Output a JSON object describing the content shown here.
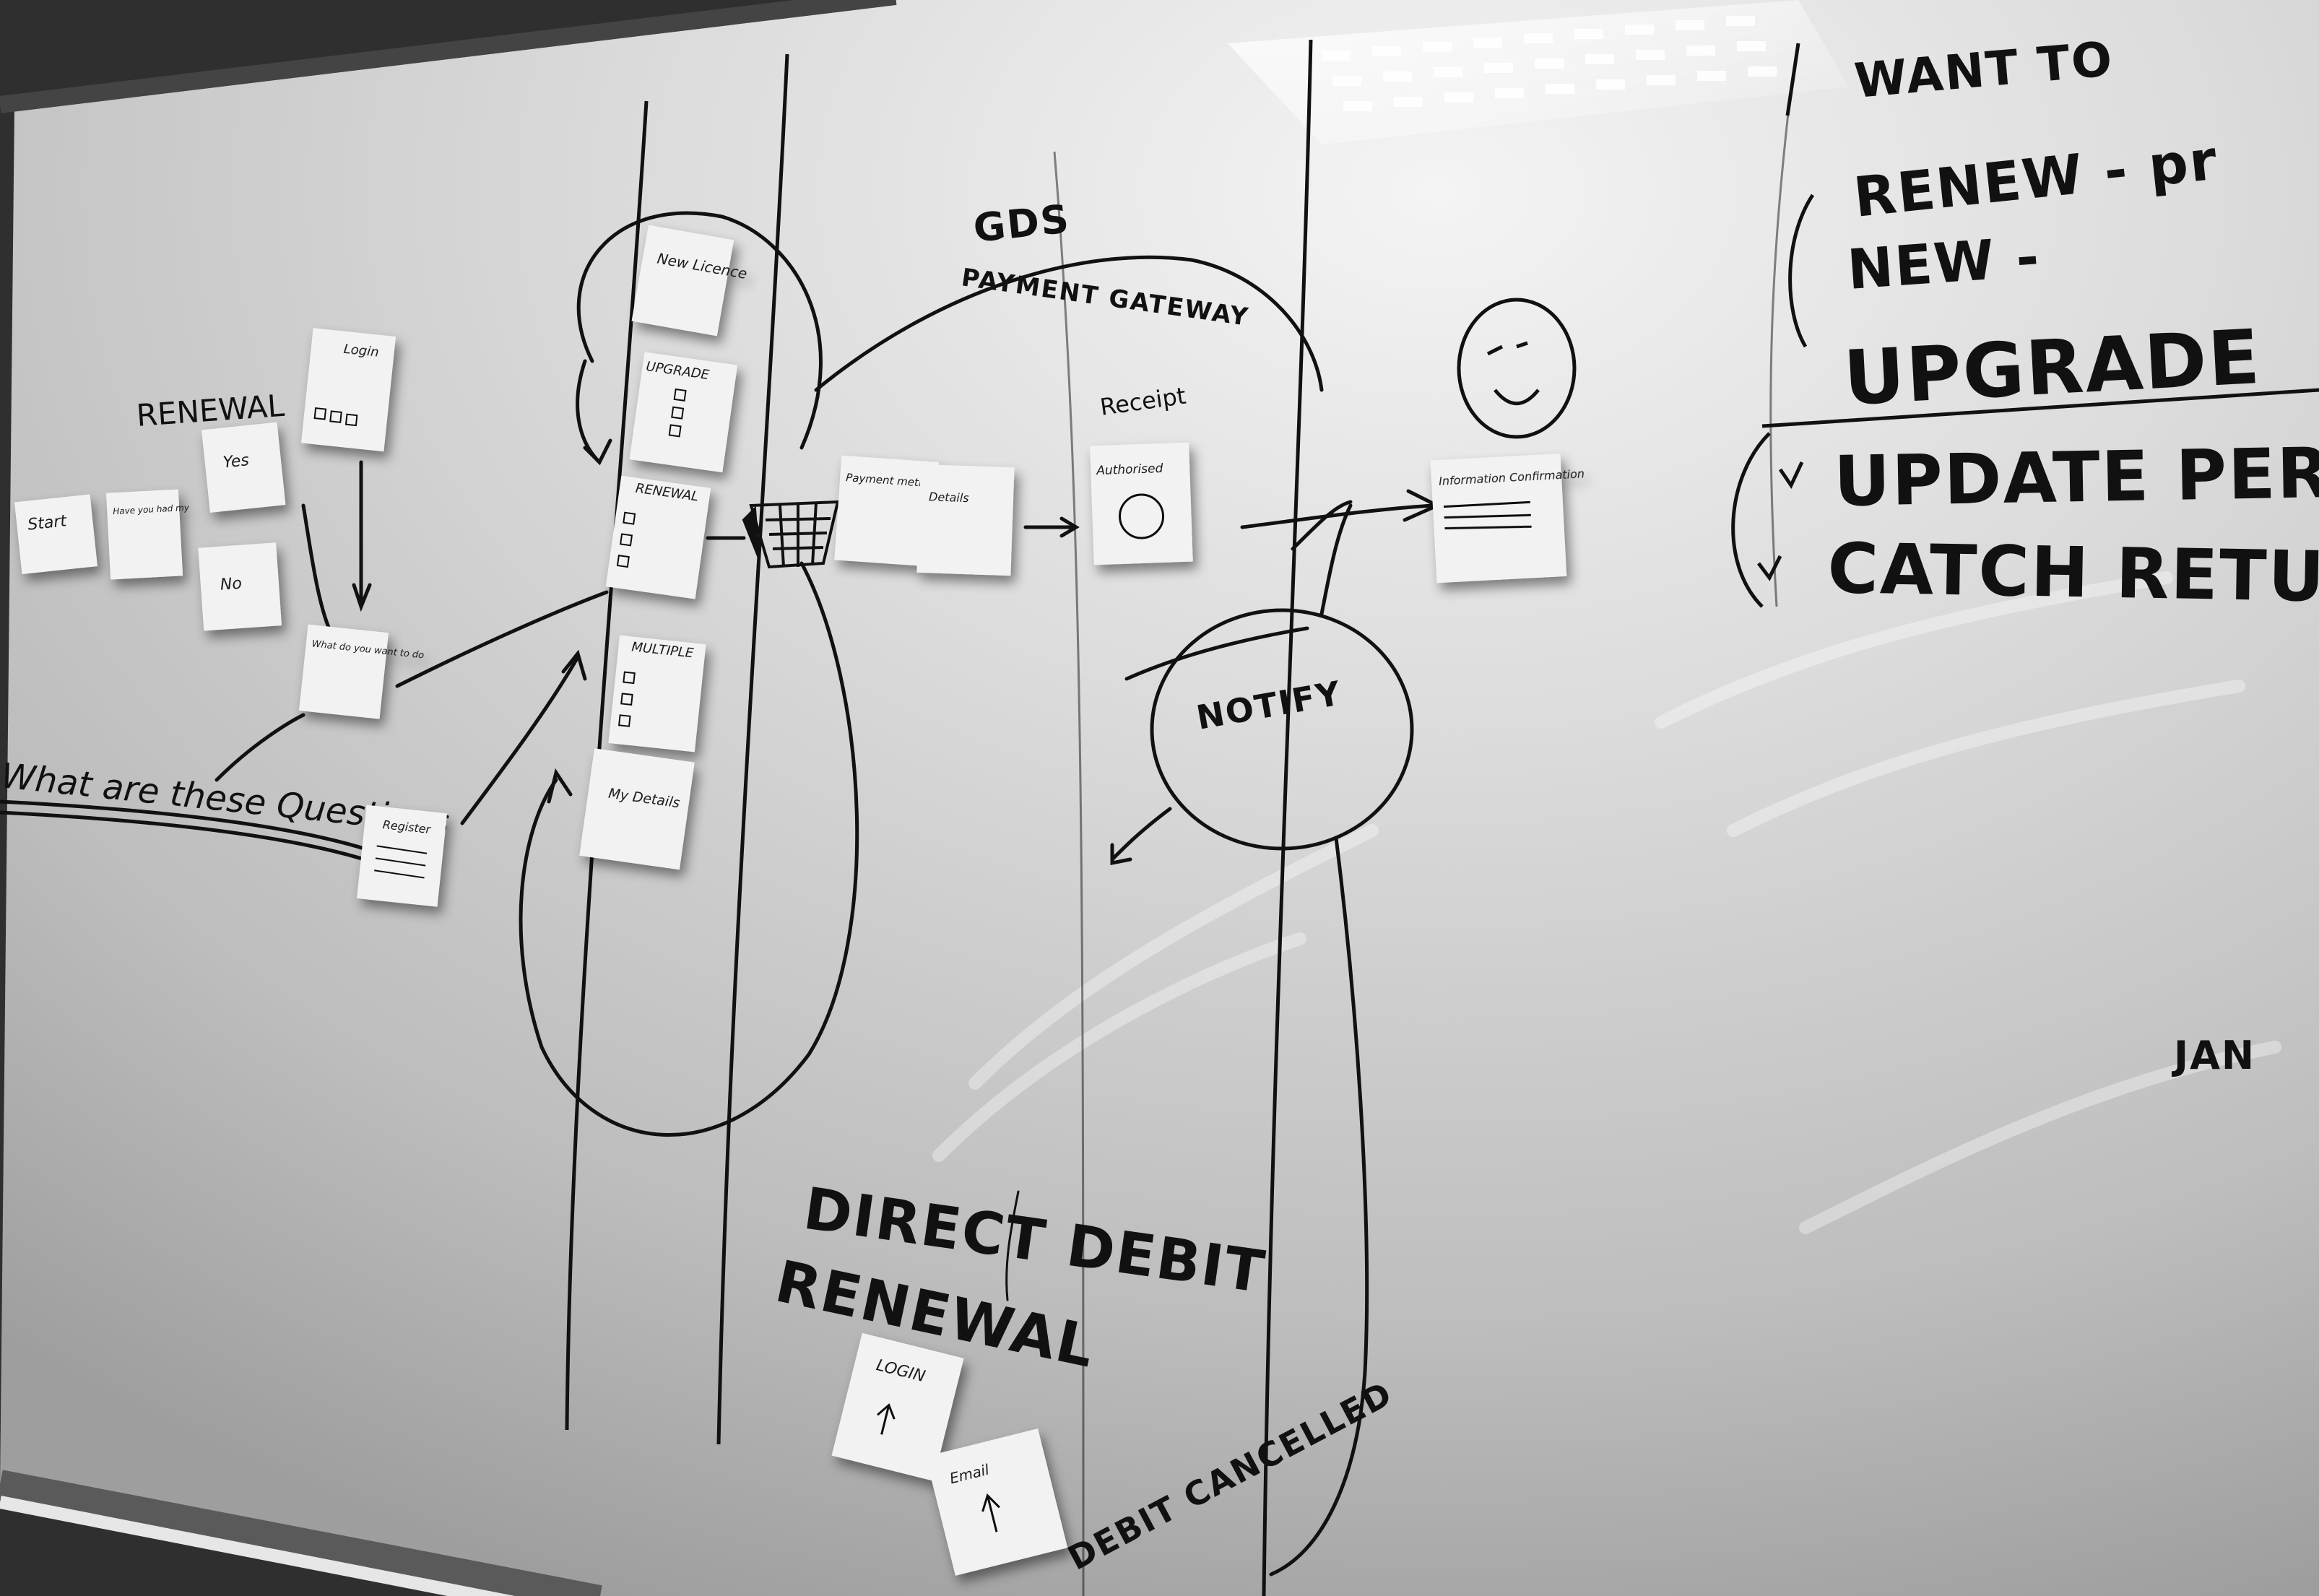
{
  "board": {
    "center": {
      "gds": "GDS",
      "payment_gateway": "PAYMENT GATEWAY",
      "renewal": "RENEWAL",
      "what_are_these_questions": "What are these Questions",
      "receipt_heading": "Receipt",
      "notify": "NOTIFY",
      "direct_debit_line1": "DIRECT DEBIT",
      "direct_debit_line2": "RENEWAL",
      "debit_cancelled": "DEBIT CANCELLED",
      "jan": "JAN"
    },
    "right_panel": {
      "want_to": "WANT TO",
      "renew": "RENEW - pr",
      "new": "NEW -",
      "upgrade": "UPGRADE",
      "update": "UPDATE PER",
      "catch": "CATCH RETU"
    },
    "notes": {
      "start": "Start",
      "have_you_had": "Have you had my",
      "yes": "Yes",
      "no": "No",
      "login": "Login",
      "what_do_you_want": "What do you want to do",
      "register": "Register",
      "new_licence": "New Licence",
      "upgrade": "UPGRADE",
      "renewal_note": "RENEWAL",
      "multiple": "MULTIPLE",
      "my_details": "My Details",
      "payment_method": "Payment method",
      "details": "Details",
      "authorised": "Authorised",
      "information_confirmation": "Information Confirmation",
      "login_bottom": "LOGIN",
      "email": "Email"
    }
  },
  "colors": {
    "board": "#d4d4d4",
    "ink": "#111111",
    "note": "#f2f2f2",
    "frame": "#3a3a3a"
  }
}
